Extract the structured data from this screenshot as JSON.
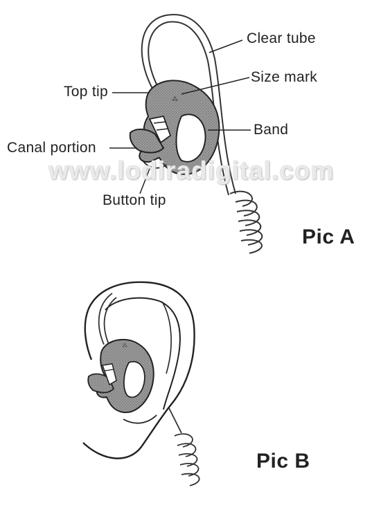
{
  "figure_a": {
    "title": "Pic A",
    "callouts": {
      "clear_tube": "Clear tube",
      "size_mark": "Size mark",
      "top_tip": "Top tip",
      "band": "Band",
      "canal_portion": "Canal portion",
      "button_tip": "Button tip"
    }
  },
  "figure_b": {
    "title": "Pic B"
  },
  "watermark": "www.lodiradigital.com",
  "colors": {
    "line": "#222222",
    "earmold_fill": "#8a8a8a",
    "background": "#ffffff"
  }
}
